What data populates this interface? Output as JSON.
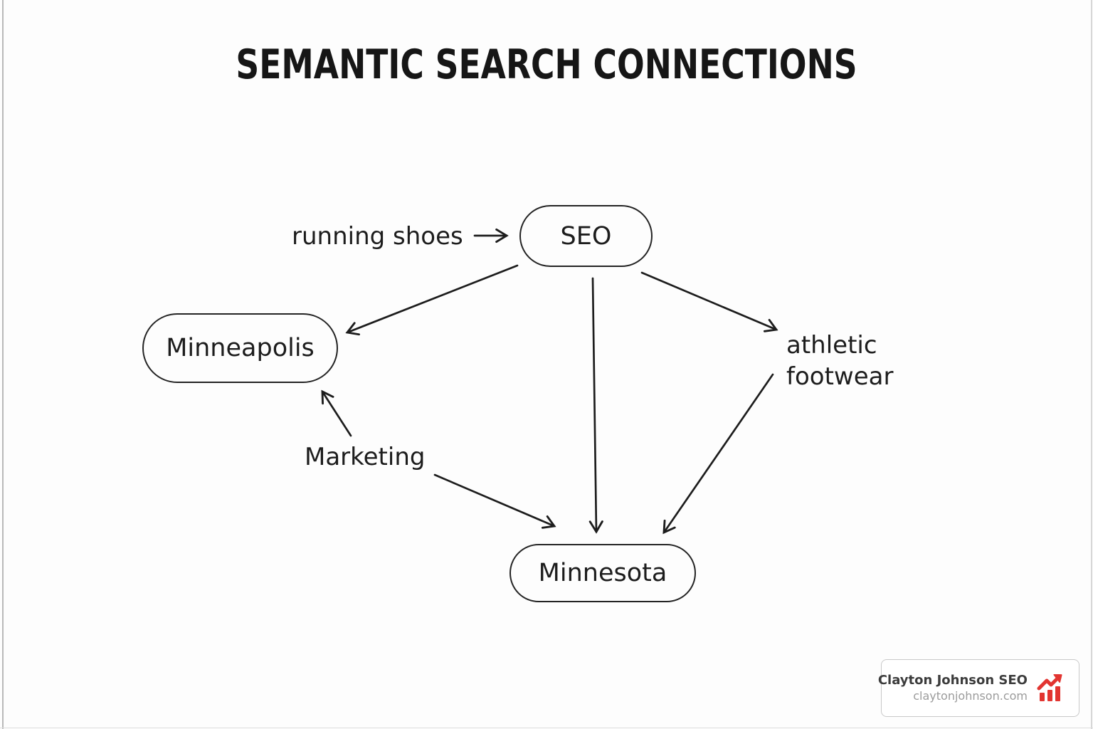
{
  "title": "SEMANTIC SEARCH CONNECTIONS",
  "diagram": {
    "nodes": {
      "running_shoes": {
        "label": "running shoes",
        "shape": "plain-text"
      },
      "seo": {
        "label": "SEO",
        "shape": "pill"
      },
      "minneapolis": {
        "label": "Minneapolis",
        "shape": "pill"
      },
      "athletic_footwear": {
        "label": "athletic footwear",
        "shape": "plain-text"
      },
      "marketing": {
        "label": "Marketing",
        "shape": "plain-text"
      },
      "minnesota": {
        "label": "Minnesota",
        "shape": "pill"
      }
    },
    "edges": [
      {
        "from": "running shoes",
        "to": "SEO"
      },
      {
        "from": "SEO",
        "to": "Minneapolis"
      },
      {
        "from": "SEO",
        "to": "Minnesota"
      },
      {
        "from": "SEO",
        "to": "athletic footwear"
      },
      {
        "from": "Marketing",
        "to": "Minneapolis"
      },
      {
        "from": "Marketing",
        "to": "Minnesota"
      },
      {
        "from": "athletic footwear",
        "to": "Minnesota"
      }
    ]
  },
  "branding": {
    "name": "Clayton Johnson SEO",
    "website": "claytonjohnson.com",
    "icon": "trending-up-bar-chart-icon",
    "accent_color": "#e23531"
  },
  "colors": {
    "ink": "#1d1d1d",
    "background": "#fdfdfd",
    "card_border": "#c9c9c9",
    "muted_text": "#9b9b9b"
  }
}
